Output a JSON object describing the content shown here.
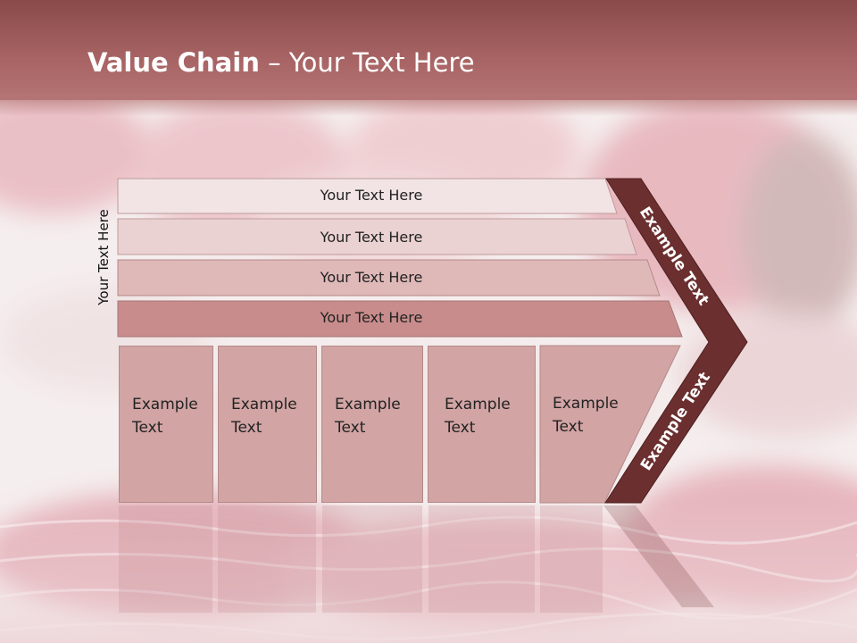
{
  "slide": {
    "title_bold": "Value Chain",
    "title_rest": " – Your Text Here",
    "side_label": "Your Text Here",
    "bars": [
      {
        "label": "Your Text Here"
      },
      {
        "label": "Your Text Here"
      },
      {
        "label": "Your Text Here"
      },
      {
        "label": "Your Text Here"
      }
    ],
    "boxes": [
      {
        "label": "Example Text"
      },
      {
        "label": "Example Text"
      },
      {
        "label": "Example Text"
      },
      {
        "label": "Example Text"
      },
      {
        "label": "Example Text"
      }
    ],
    "chevron_upper": "Example Text",
    "chevron_lower": "Example Text"
  },
  "colors": {
    "title_band": "#a86464",
    "chevron": "#6b2f2f",
    "bar_1": "#f2e4e4",
    "bar_2": "#ebd2d2",
    "bar_3": "#dfb8b8",
    "bar_4": "#c98c8c",
    "box": "#d2a4a4"
  }
}
